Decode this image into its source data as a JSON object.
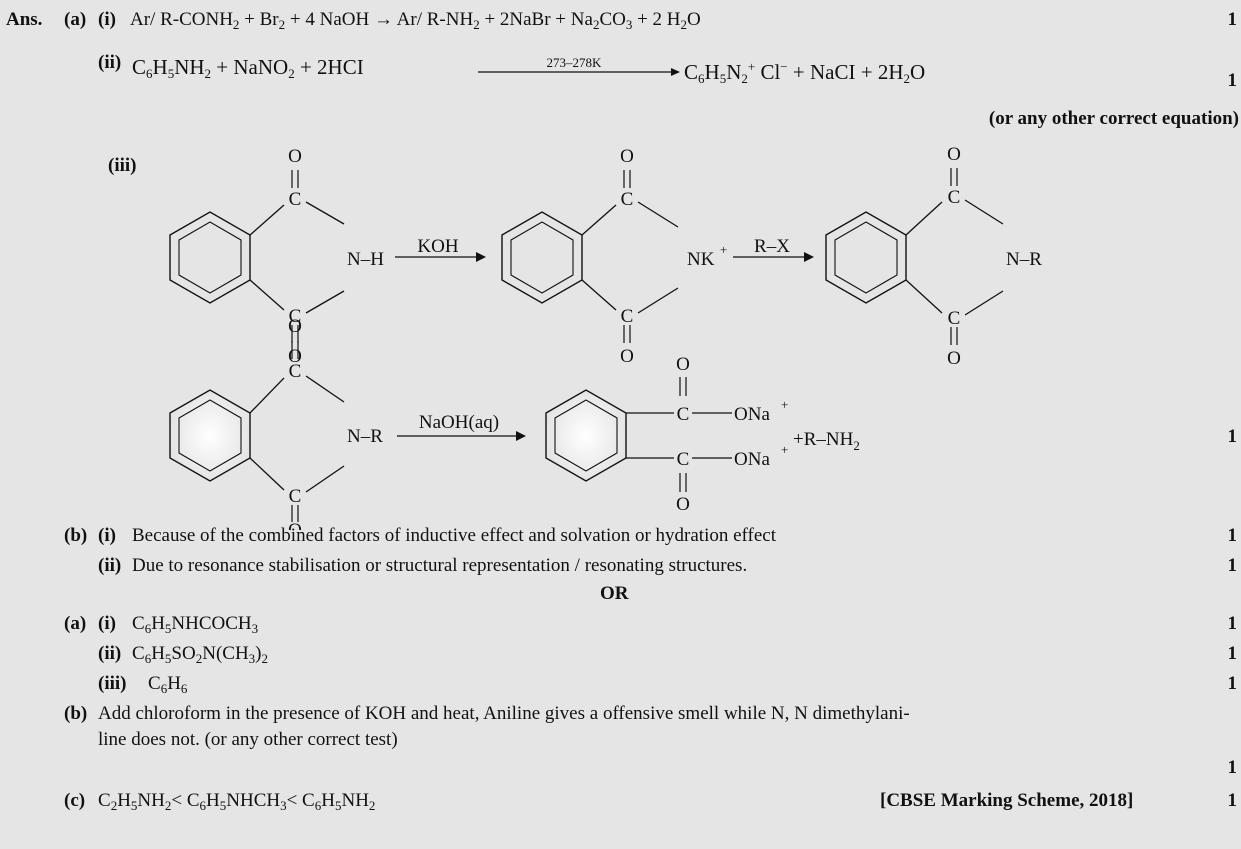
{
  "ans_label": "Ans.",
  "marks": {
    "one": "1"
  },
  "a": {
    "label": "(a)",
    "i": {
      "label": "(i)",
      "lhs": "Ar/ R-CONH",
      "plus1": " + Br",
      "plus2": " + 4 NaOH  →  Ar/ R-NH",
      "plus3": " + 2NaBr + Na",
      "co3": "CO",
      "end": " + 2 H",
      "o": "O"
    },
    "ii": {
      "label": "(ii)",
      "temp": "273–278K"
    },
    "other_eq": "(or any other correct equation)",
    "iii": {
      "label": "(iii)",
      "koh": "KOH",
      "rx": "R–X",
      "naoh": "NaOH(aq)",
      "nh": "N–H",
      "nk": "NK",
      "nr": "N–R",
      "ona": "ONa",
      "rnh2": "+R–NH",
      "c": "C",
      "o": "O"
    }
  },
  "b": {
    "label": "(b)",
    "i": {
      "label": "(i)",
      "text": "Because of the combined factors of inductive effect and solvation or hydration effect"
    },
    "ii": {
      "label": "(ii)",
      "text": "Due to resonance stabilisation or structural representation / resonating structures."
    }
  },
  "or": "OR",
  "a2": {
    "label": "(a)",
    "i": "(i)",
    "ii": "(ii)",
    "iii": "(iii)"
  },
  "b2": {
    "label": "(b)",
    "line1": "Add chloroform in the presence of KOH and heat, Aniline gives a offensive smell while N, N dimethylani-",
    "line2": "line does not. (or any other correct test)"
  },
  "c2": {
    "label": "(c)",
    "source": "[CBSE Marking Scheme, 2018]"
  }
}
